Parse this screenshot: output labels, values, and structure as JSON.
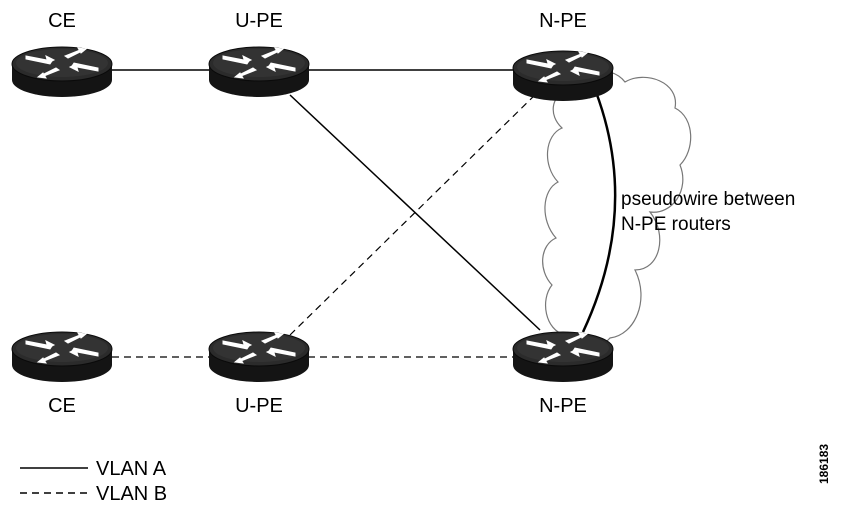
{
  "nodes": {
    "ce_top": "CE",
    "upe_top": "U-PE",
    "npe_top": "N-PE",
    "ce_bottom": "CE",
    "upe_bottom": "U-PE",
    "npe_bottom": "N-PE"
  },
  "annotation": {
    "line1": "pseudowire between",
    "line2": "N-PE routers"
  },
  "legend": {
    "solid_label": "VLAN A",
    "dashed_label": "VLAN B"
  },
  "figure_id": "186183",
  "colors": {
    "router_dark": "#1a1a1a",
    "router_top": "#2b2b2b",
    "arrow": "#ffffff",
    "line": "#000000",
    "cloud": "#777777"
  },
  "icons": {
    "router": "router-icon",
    "cloud": "cloud-icon"
  }
}
